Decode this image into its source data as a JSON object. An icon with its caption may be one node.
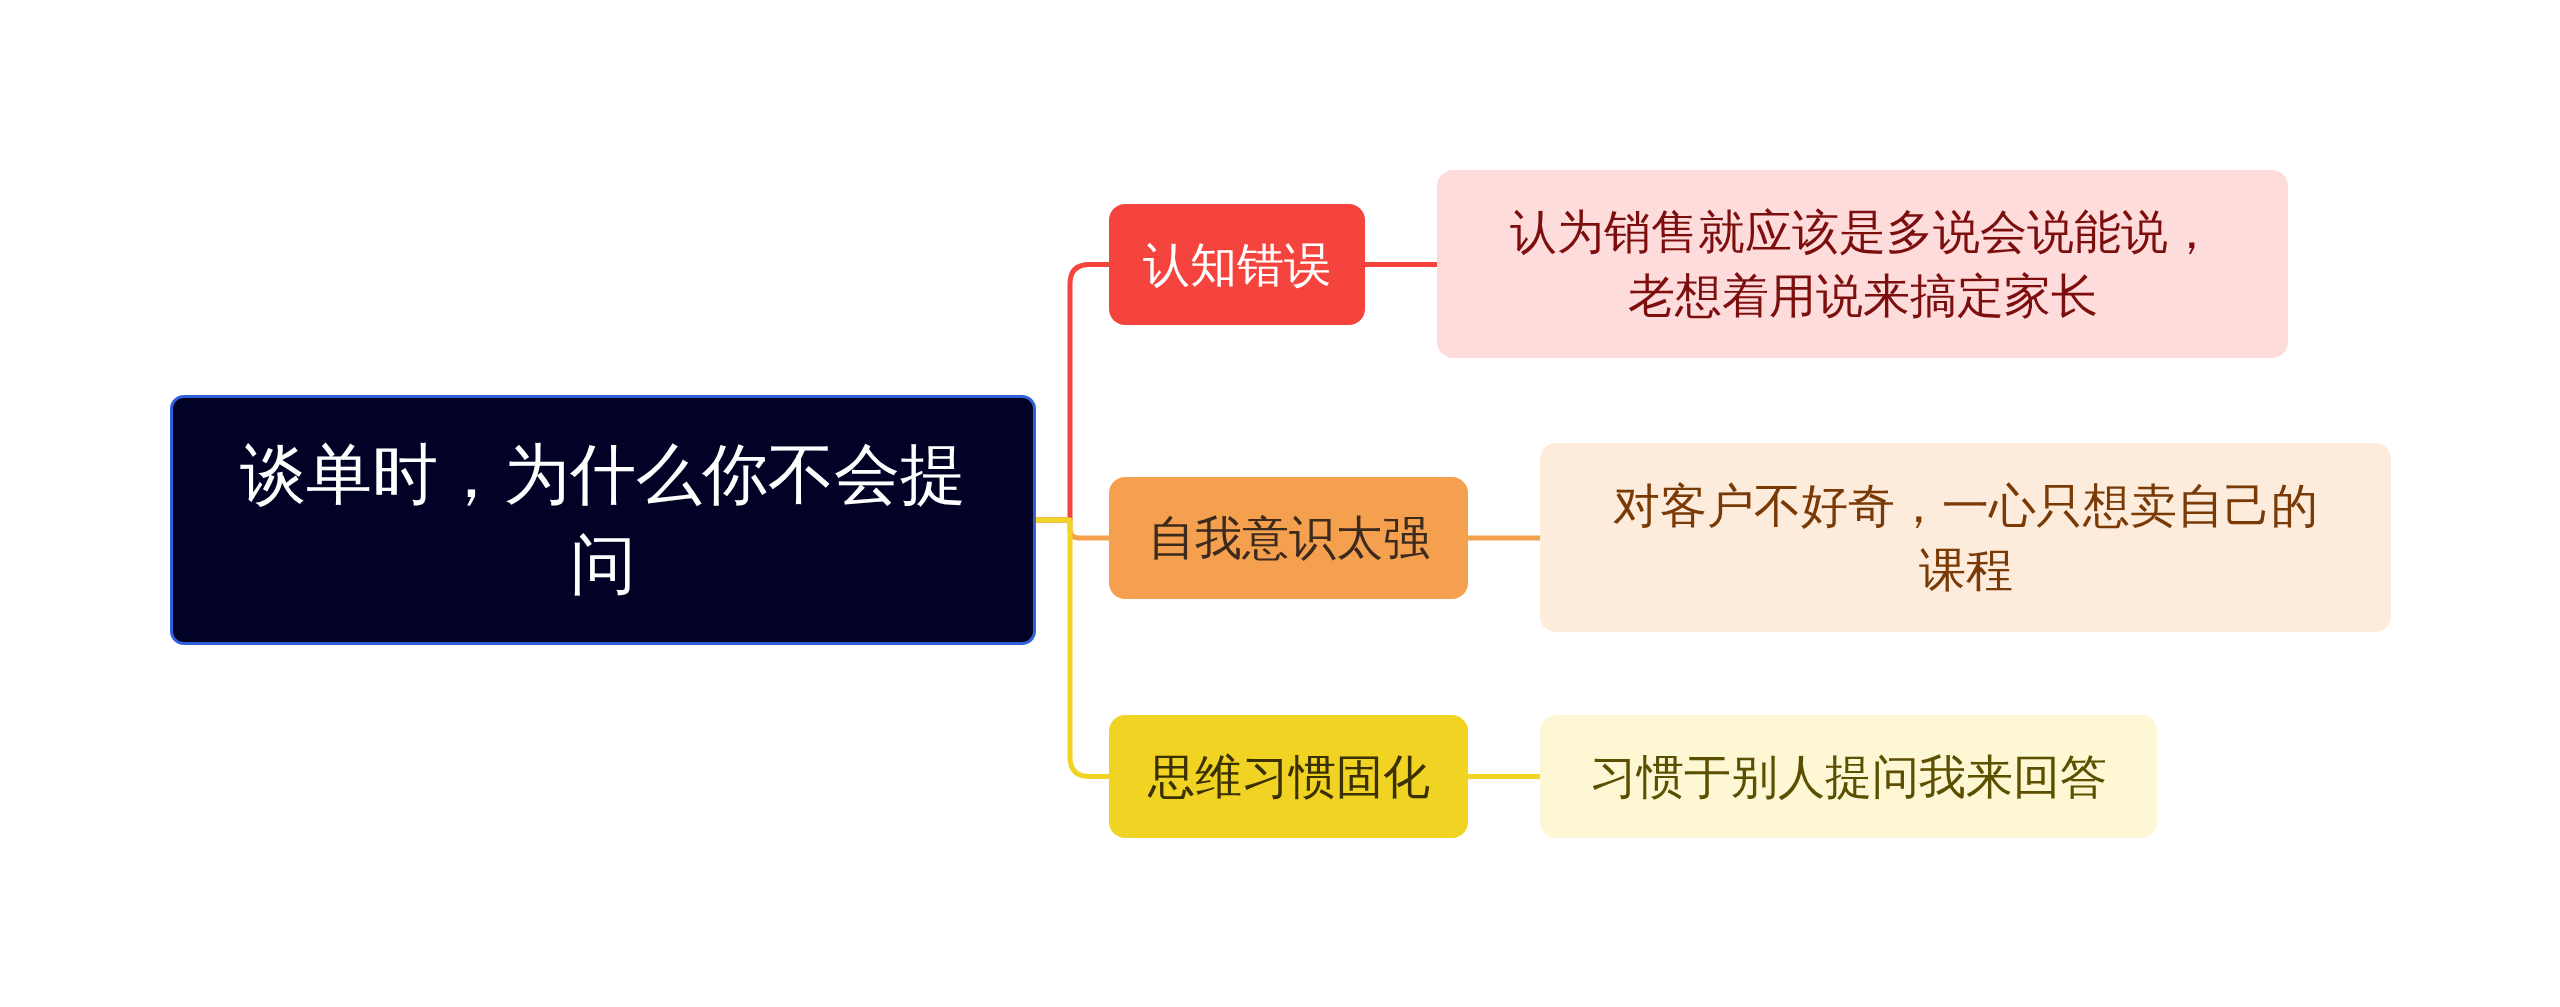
{
  "diagram": {
    "nodes": [
      {
        "text": [
          "谈单时，为什么你不会提问"
        ]
      },
      {
        "text": [
          "认知错误"
        ]
      },
      {
        "text": [
          "认为销售就应该是多说会说能说，老想着用说来搞定家长"
        ]
      },
      {
        "text": [
          "自我意识太强"
        ]
      },
      {
        "text": [
          "对客户不好奇，一心只想卖自己的课程"
        ]
      },
      {
        "text": [
          "思维习惯固化"
        ]
      },
      {
        "text": [
          "习惯于别人提问我来回答"
        ]
      }
    ],
    "edges": [
      {
        "from": 0,
        "to": 1,
        "arrow": "none",
        "color": "#f5443d"
      },
      {
        "from": 0,
        "to": 3,
        "arrow": "none",
        "color": "#f5a04e"
      },
      {
        "from": 0,
        "to": 5,
        "arrow": "none",
        "color": "#f1d324"
      },
      {
        "from": 1,
        "to": 2,
        "arrow": "none",
        "color": "#f5443d"
      },
      {
        "from": 3,
        "to": 4,
        "arrow": "none",
        "color": "#f5a04e"
      },
      {
        "from": 5,
        "to": 6,
        "arrow": "none",
        "color": "#f1d324"
      }
    ]
  }
}
